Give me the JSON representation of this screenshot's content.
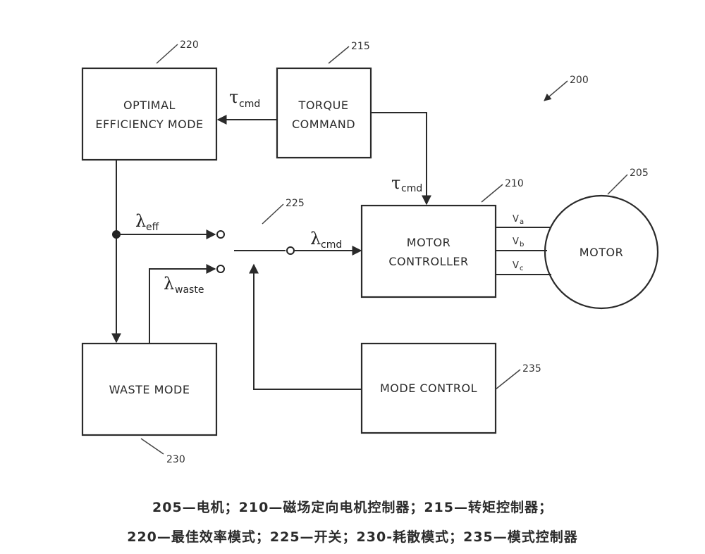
{
  "diagram": {
    "figure_ref": "200",
    "blocks": {
      "optimal_efficiency": {
        "ref": "220",
        "line1": "OPTIMAL",
        "line2": "EFFICIENCY MODE"
      },
      "torque_command": {
        "ref": "215",
        "line1": "TORQUE",
        "line2": "COMMAND"
      },
      "motor_controller": {
        "ref": "210",
        "line1": "MOTOR",
        "line2": "CONTROLLER"
      },
      "motor": {
        "ref": "205",
        "label": "MOTOR"
      },
      "waste_mode": {
        "ref": "230",
        "label": "WASTE MODE"
      },
      "mode_control": {
        "ref": "235",
        "label": "MODE CONTROL"
      },
      "switch": {
        "ref": "225"
      }
    },
    "signals": {
      "tau_cmd_left": {
        "symbol": "τ",
        "sub": "cmd"
      },
      "tau_cmd_down": {
        "symbol": "τ",
        "sub": "cmd"
      },
      "lambda_eff": {
        "symbol": "λ",
        "sub": "eff"
      },
      "lambda_waste": {
        "symbol": "λ",
        "sub": "waste"
      },
      "lambda_cmd": {
        "symbol": "λ",
        "sub": "cmd"
      },
      "va": {
        "symbol": "V",
        "sub": "a"
      },
      "vb": {
        "symbol": "V",
        "sub": "b"
      },
      "vc": {
        "symbol": "V",
        "sub": "c"
      }
    }
  },
  "caption": {
    "line1": "205—电机；210—磁场定向电机控制器；215—转矩控制器；",
    "line2": "220—最佳效率模式；225—开关；230-耗散模式；235—模式控制器"
  }
}
